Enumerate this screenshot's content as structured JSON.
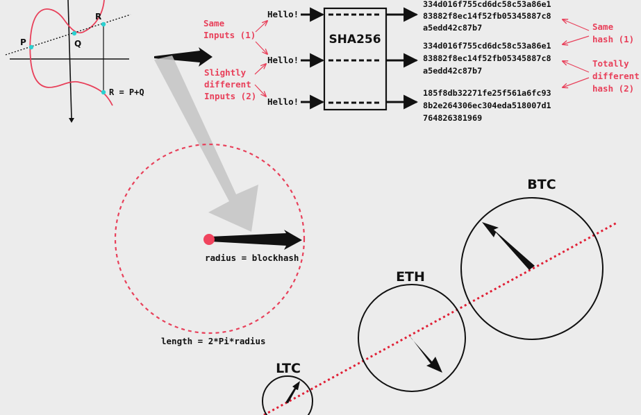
{
  "colors": {
    "accent": "#e8405a",
    "ink": "#111111",
    "point": "#2ad0d0",
    "ghost": "#c4c4c4",
    "background": "#ececec"
  },
  "curve": {
    "labels": {
      "p": "P",
      "q": "Q",
      "r": "R",
      "r_sum": "R = P+Q"
    }
  },
  "hashing": {
    "box_label": "SHA256",
    "inputs": [
      "Hello!",
      "Hello!",
      "Hello!"
    ],
    "input_notes": {
      "same": [
        "Same",
        "Inputs (1)"
      ],
      "different": [
        "Slightly",
        "different",
        "Inputs (2)"
      ]
    },
    "outputs": [
      [
        "334d016f755cd6dc58c53a86e1",
        "83882f8ec14f52fb05345887c8",
        "a5edd42c87b7"
      ],
      [
        "334d016f755cd6dc58c53a86e1",
        "83882f8ec14f52fb05345887c8",
        "a5edd42c87b7"
      ],
      [
        "185f8db32271fe25f561a6fc93",
        "8b2e264306ec304eda518007d1",
        "764826381969"
      ]
    ],
    "output_notes": {
      "same": [
        "Same",
        "hash (1)"
      ],
      "different": [
        "Totally",
        "different",
        "hash (2)"
      ]
    }
  },
  "circle": {
    "radius_label": "radius = blockhash",
    "length_label": "length = 2*Pi*radius"
  },
  "clocks": [
    {
      "label": "BTC"
    },
    {
      "label": "ETH"
    },
    {
      "label": "LTC"
    }
  ]
}
